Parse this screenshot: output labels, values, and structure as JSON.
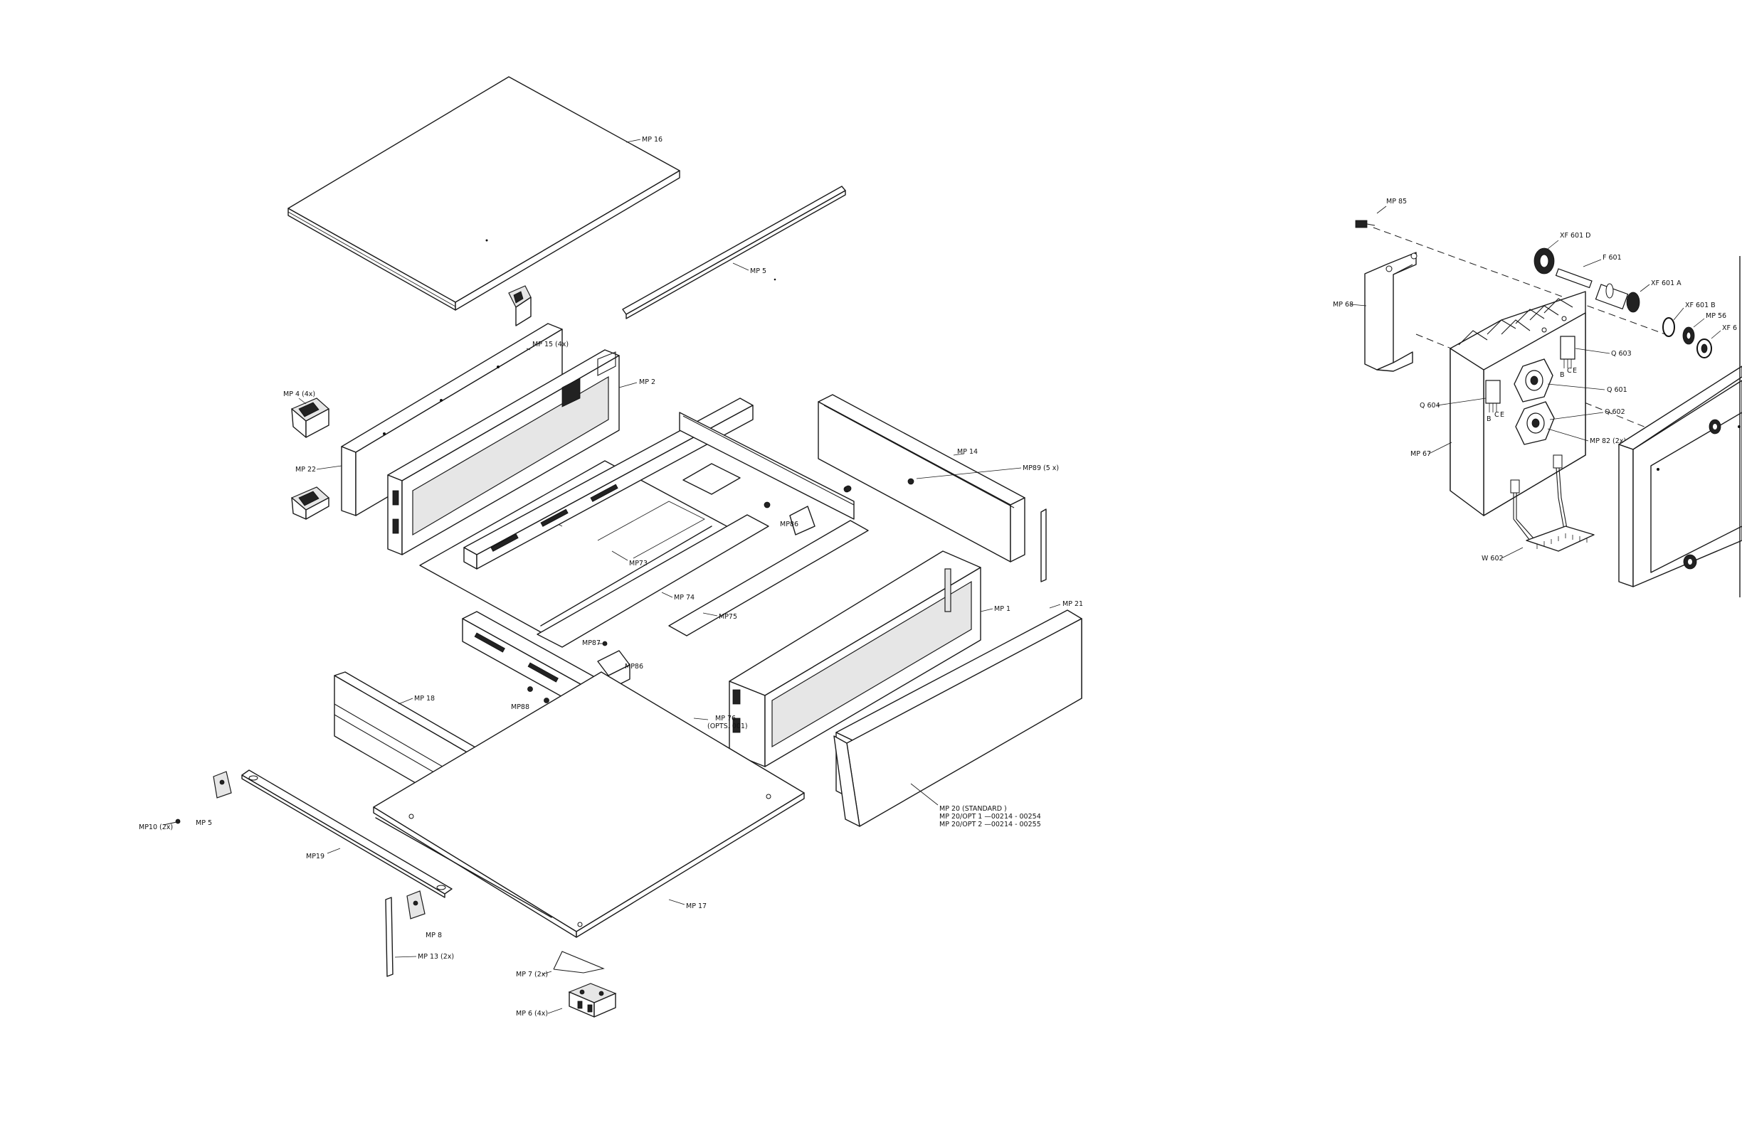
{
  "labels": {
    "mp16": "MP 16",
    "mp5_strip": "MP 5",
    "mp2": "MP 2",
    "mp4": "MP 4 (4x)",
    "mp22": "MP 22",
    "mp14": "MP 14",
    "mp89": "MP89 (5 x)",
    "mp86_top": "MP86",
    "mp15": "MP 15 (4x)",
    "mp73": "MP73",
    "mp74": "MP 74",
    "mp75": "MP75",
    "mp87": "MP87",
    "mp86_bot": "MP86",
    "mp1": "MP 1",
    "mp21": "MP 21",
    "mp18": "MP 18",
    "mp88": "MP88",
    "mp76_a": "MP 76",
    "mp76_b": "(OPTS. 001)",
    "mp10": "MP10 (2x)",
    "mp5_clip": "MP 5",
    "mp19": "MP19",
    "mp20_a": "MP 20  (STANDARD )",
    "mp20_b": "MP 20/OPT 1 —00214 - 00254",
    "mp20_c": "MP 20/OPT 2 —00214 - 00255",
    "mp17": "MP 17",
    "mp8": "MP 8",
    "mp13": "MP 13 (2x)",
    "mp7": "MP 7 (2x)",
    "mp6": "MP 6 (4x)",
    "mp85": "MP 85",
    "xf601d": "XF 601 D",
    "f601": "F 601",
    "xf601a": "XF 601 A",
    "xf601b": "XF 601 B",
    "mp56": "MP 56",
    "xf6": "XF 6",
    "mp68": "MP 68",
    "q603": "Q 603",
    "q601": "Q 601",
    "q604": "Q 604",
    "q602": "Q 602",
    "mp67": "MP 67",
    "mp82": "MP 82 (2x)",
    "w602": "W 602",
    "pin_b": "B",
    "pin_c": "C",
    "pin_e": "E"
  }
}
